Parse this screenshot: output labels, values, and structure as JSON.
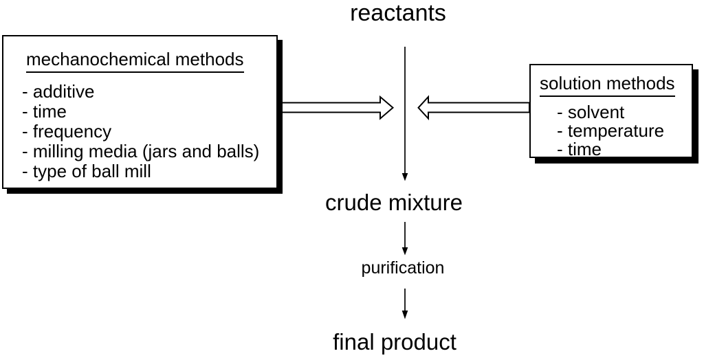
{
  "palette": {
    "ink": "#000000",
    "paper": "#ffffff",
    "box_fill": "#ffffff",
    "box_shadow": "#000000"
  },
  "flow": {
    "reactants": "reactants",
    "crude_mixture": "crude mixture",
    "purification": "purification",
    "final_product": "final product"
  },
  "left_box": {
    "title": "mechanochemical methods",
    "items": [
      "- additive",
      "- time",
      "- frequency",
      "- milling media (jars and balls)",
      "- type of ball mill"
    ]
  },
  "right_box": {
    "title": "solution methods",
    "items": [
      "- solvent",
      "- temperature",
      "- time"
    ]
  }
}
